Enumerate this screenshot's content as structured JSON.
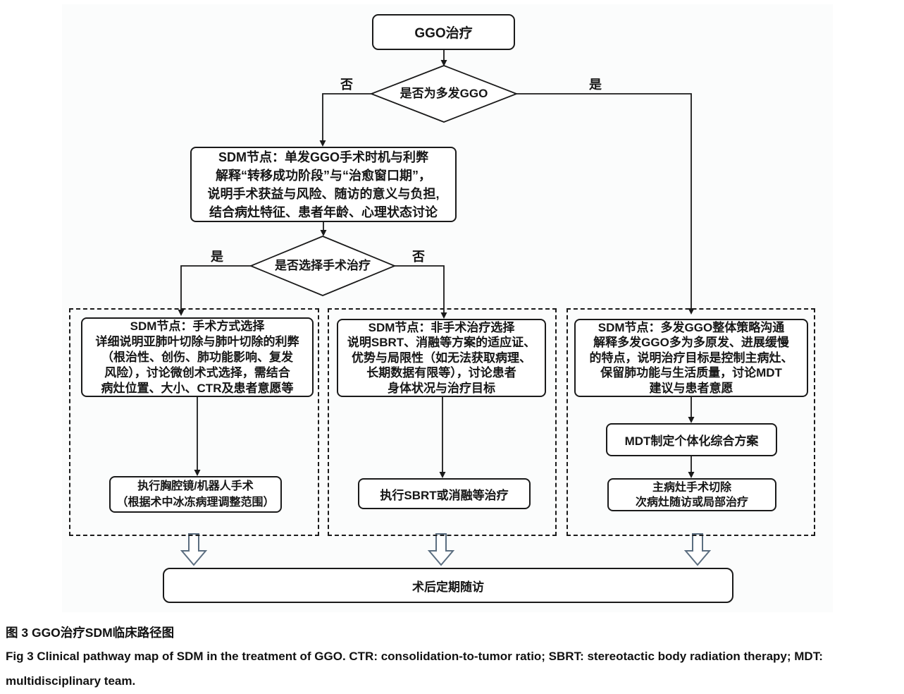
{
  "figure": {
    "start_label": "GGO治疗",
    "decision_multifocal": {
      "text": "是否为多发GGO",
      "no": "否",
      "yes": "是"
    },
    "sdm_single_node": {
      "lines": [
        "SDM节点：单发GGO手术时机与利弊",
        "解释“转移成功阶段”与“治愈窗口期”，",
        "说明手术获益与风险、随访的意义与负担,",
        "结合病灶特征、患者年龄、心理状态讨论"
      ]
    },
    "decision_surgery": {
      "text": "是否选择手术治疗",
      "yes": "是",
      "no": "否"
    },
    "surgery_branch": {
      "sdm_lines": [
        "SDM节点：手术方式选择",
        "详细说明亚肺叶切除与肺叶切除的利弊",
        "（根治性、创伤、肺功能影响、复发",
        "风险），讨论微创术式选择，需结合",
        "病灶位置、大小、CTR及患者意愿等"
      ],
      "action_lines": [
        "执行胸腔镜/机器人手术",
        "（根据术中冰冻病理调整范围）"
      ]
    },
    "nonsurgery_branch": {
      "sdm_lines": [
        "SDM节点：非手术治疗选择",
        "说明SBRT、消融等方案的适应证、",
        "优势与局限性（如无法获取病理、",
        "长期数据有限等），讨论患者",
        "身体状况与治疗目标"
      ],
      "action_lines": [
        "执行SBRT或消融等治疗"
      ]
    },
    "multifocal_branch": {
      "sdm_lines": [
        "SDM节点：多发GGO整体策略沟通",
        "解释多发GGO多为多原发、进展缓慢",
        "的特点，说明治疗目标是控制主病灶、",
        "保留肺功能与生活质量，讨论MDT",
        "建议与患者意愿"
      ],
      "mdt_label": "MDT制定个体化综合方案",
      "action_lines": [
        "主病灶手术切除",
        "次病灶随访或局部治疗"
      ]
    },
    "followup_label": "术后定期随访"
  },
  "caption": {
    "zh": "图 3  GGO治疗SDM临床路径图",
    "en_line1": "Fig 3  Clinical pathway map of SDM in the treatment of GGO. CTR: consolidation-to-tumor ratio; SBRT: stereotactic body radiation therapy; MDT:",
    "en_line2": "multidisciplinary team."
  },
  "colors": {
    "stroke": "#1a1a1a",
    "block_arrow_stroke": "#5b6e80",
    "background": "#ffffff"
  }
}
